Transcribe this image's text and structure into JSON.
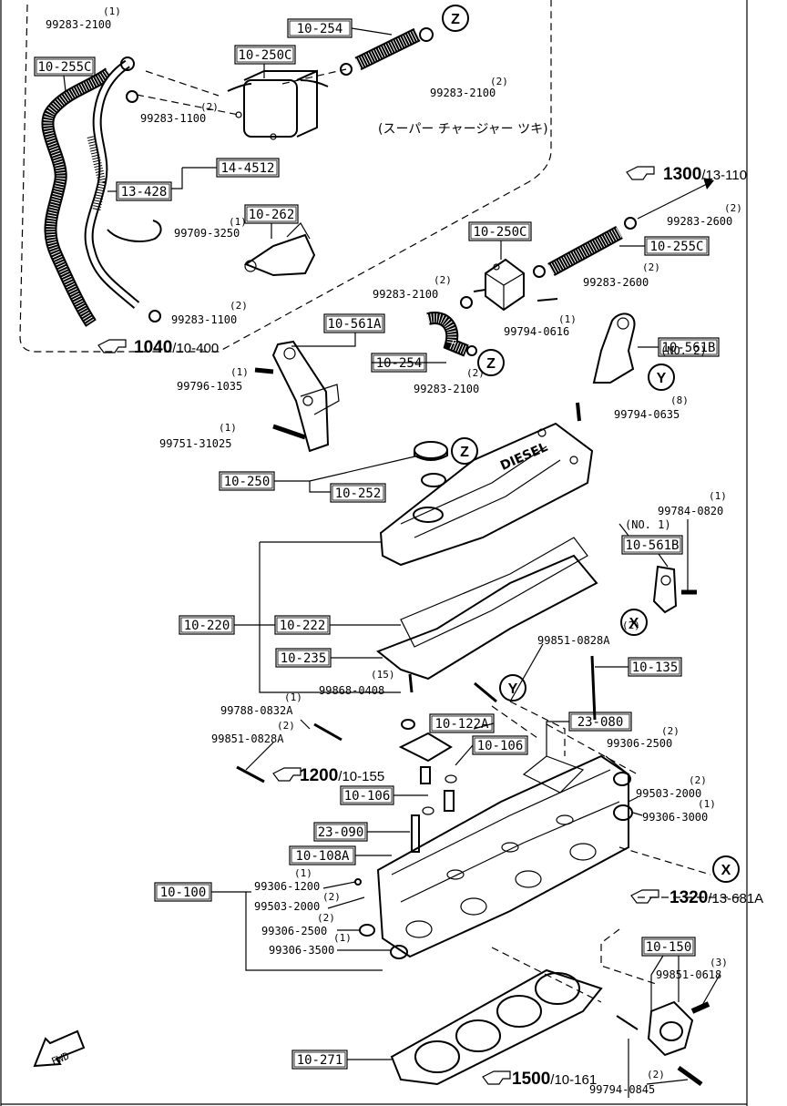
{
  "part_boxes": [
    {
      "id": "pb1",
      "text": "10-254"
    },
    {
      "id": "pb2",
      "text": "10-250C"
    },
    {
      "id": "pb3",
      "text": "10-255C"
    },
    {
      "id": "pb4",
      "text": "14-4512"
    },
    {
      "id": "pb5",
      "text": "13-428"
    },
    {
      "id": "pb6",
      "text": "10-262"
    },
    {
      "id": "pb7",
      "text": "10-250C"
    },
    {
      "id": "pb8",
      "text": "10-255C"
    },
    {
      "id": "pb9",
      "text": "10-561A"
    },
    {
      "id": "pb10",
      "text": "10-254"
    },
    {
      "id": "pb11",
      "text": "10-561B"
    },
    {
      "id": "pb12",
      "text": "10-250"
    },
    {
      "id": "pb13",
      "text": "10-252"
    },
    {
      "id": "pb14",
      "text": "10-561B"
    },
    {
      "id": "pb15",
      "text": "10-220"
    },
    {
      "id": "pb16",
      "text": "10-222"
    },
    {
      "id": "pb17",
      "text": "10-235"
    },
    {
      "id": "pb18",
      "text": "10-135"
    },
    {
      "id": "pb19",
      "text": "10-122A"
    },
    {
      "id": "pb20",
      "text": "23-080"
    },
    {
      "id": "pb21",
      "text": "10-106"
    },
    {
      "id": "pb22",
      "text": "10-106"
    },
    {
      "id": "pb23",
      "text": "23-090"
    },
    {
      "id": "pb24",
      "text": "10-108A"
    },
    {
      "id": "pb25",
      "text": "10-100"
    },
    {
      "id": "pb26",
      "text": "10-150"
    },
    {
      "id": "pb27",
      "text": "10-271"
    }
  ],
  "callouts": [
    {
      "id": "c1",
      "qty": "(1)",
      "num": "99283-2100"
    },
    {
      "id": "c2",
      "qty": "(2)",
      "num": "99283-1100"
    },
    {
      "id": "c3",
      "qty": "(2)",
      "num": "99283-2100"
    },
    {
      "id": "c4",
      "qty": "(1)",
      "num": "99709-3250"
    },
    {
      "id": "c5",
      "qty": "(2)",
      "num": "99283-1100"
    },
    {
      "id": "c6",
      "qty": "(2)",
      "num": "99283-2600"
    },
    {
      "id": "c7",
      "qty": "(2)",
      "num": "99283-2600"
    },
    {
      "id": "c8",
      "qty": "(2)",
      "num": "99283-2100"
    },
    {
      "id": "c9",
      "qty": "(1)",
      "num": "99794-0616"
    },
    {
      "id": "c10",
      "qty": "(2)",
      "num": "99283-2100"
    },
    {
      "id": "c11",
      "qty": "(1)",
      "num": "99796-1035"
    },
    {
      "id": "c12",
      "qty": "(1)",
      "num": "99751-31025"
    },
    {
      "id": "c13",
      "qty": "(8)",
      "num": "99794-0635"
    },
    {
      "id": "c14",
      "qty": "(1)",
      "num": "99784-0820"
    },
    {
      "id": "c15",
      "qty": "(2)",
      "num": "99851-0828A"
    },
    {
      "id": "c16",
      "qty": "(15)",
      "num": "99868-0408"
    },
    {
      "id": "c17",
      "qty": "(1)",
      "num": "99788-0832A"
    },
    {
      "id": "c18",
      "qty": "(2)",
      "num": "99851-0828A"
    },
    {
      "id": "c19",
      "qty": "(2)",
      "num": "99306-2500"
    },
    {
      "id": "c20",
      "qty": "(2)",
      "num": "99503-2000"
    },
    {
      "id": "c21",
      "qty": "(1)",
      "num": "99306-3000"
    },
    {
      "id": "c22",
      "qty": "(1)",
      "num": "99306-1200"
    },
    {
      "id": "c23",
      "qty": "(2)",
      "num": "99503-2000"
    },
    {
      "id": "c24",
      "qty": "(2)",
      "num": "99306-2500"
    },
    {
      "id": "c25",
      "qty": "(1)",
      "num": "99306-3500"
    },
    {
      "id": "c26",
      "qty": "(3)",
      "num": "99851-0618"
    },
    {
      "id": "c27",
      "qty": "(2)",
      "num": "99794-0845"
    }
  ],
  "refs": [
    {
      "id": "r1",
      "big": "1300",
      "small": "/13-110"
    },
    {
      "id": "r2",
      "big": "1040",
      "small": "/10-400"
    },
    {
      "id": "r3",
      "big": "1200",
      "small": "/10-155"
    },
    {
      "id": "r4",
      "big": "1320",
      "small": "/13-681A"
    },
    {
      "id": "r5",
      "big": "1500",
      "small": "/10-161"
    }
  ],
  "marks": {
    "z": "Z",
    "y": "Y",
    "x": "X"
  },
  "variants": {
    "no2": "(NO. 2)",
    "no1": "(NO. 1)"
  },
  "supercharger_note": "(スーパー チャージャー ツキ)",
  "cover_lettering": "DIESEL",
  "fwd": "FWD"
}
